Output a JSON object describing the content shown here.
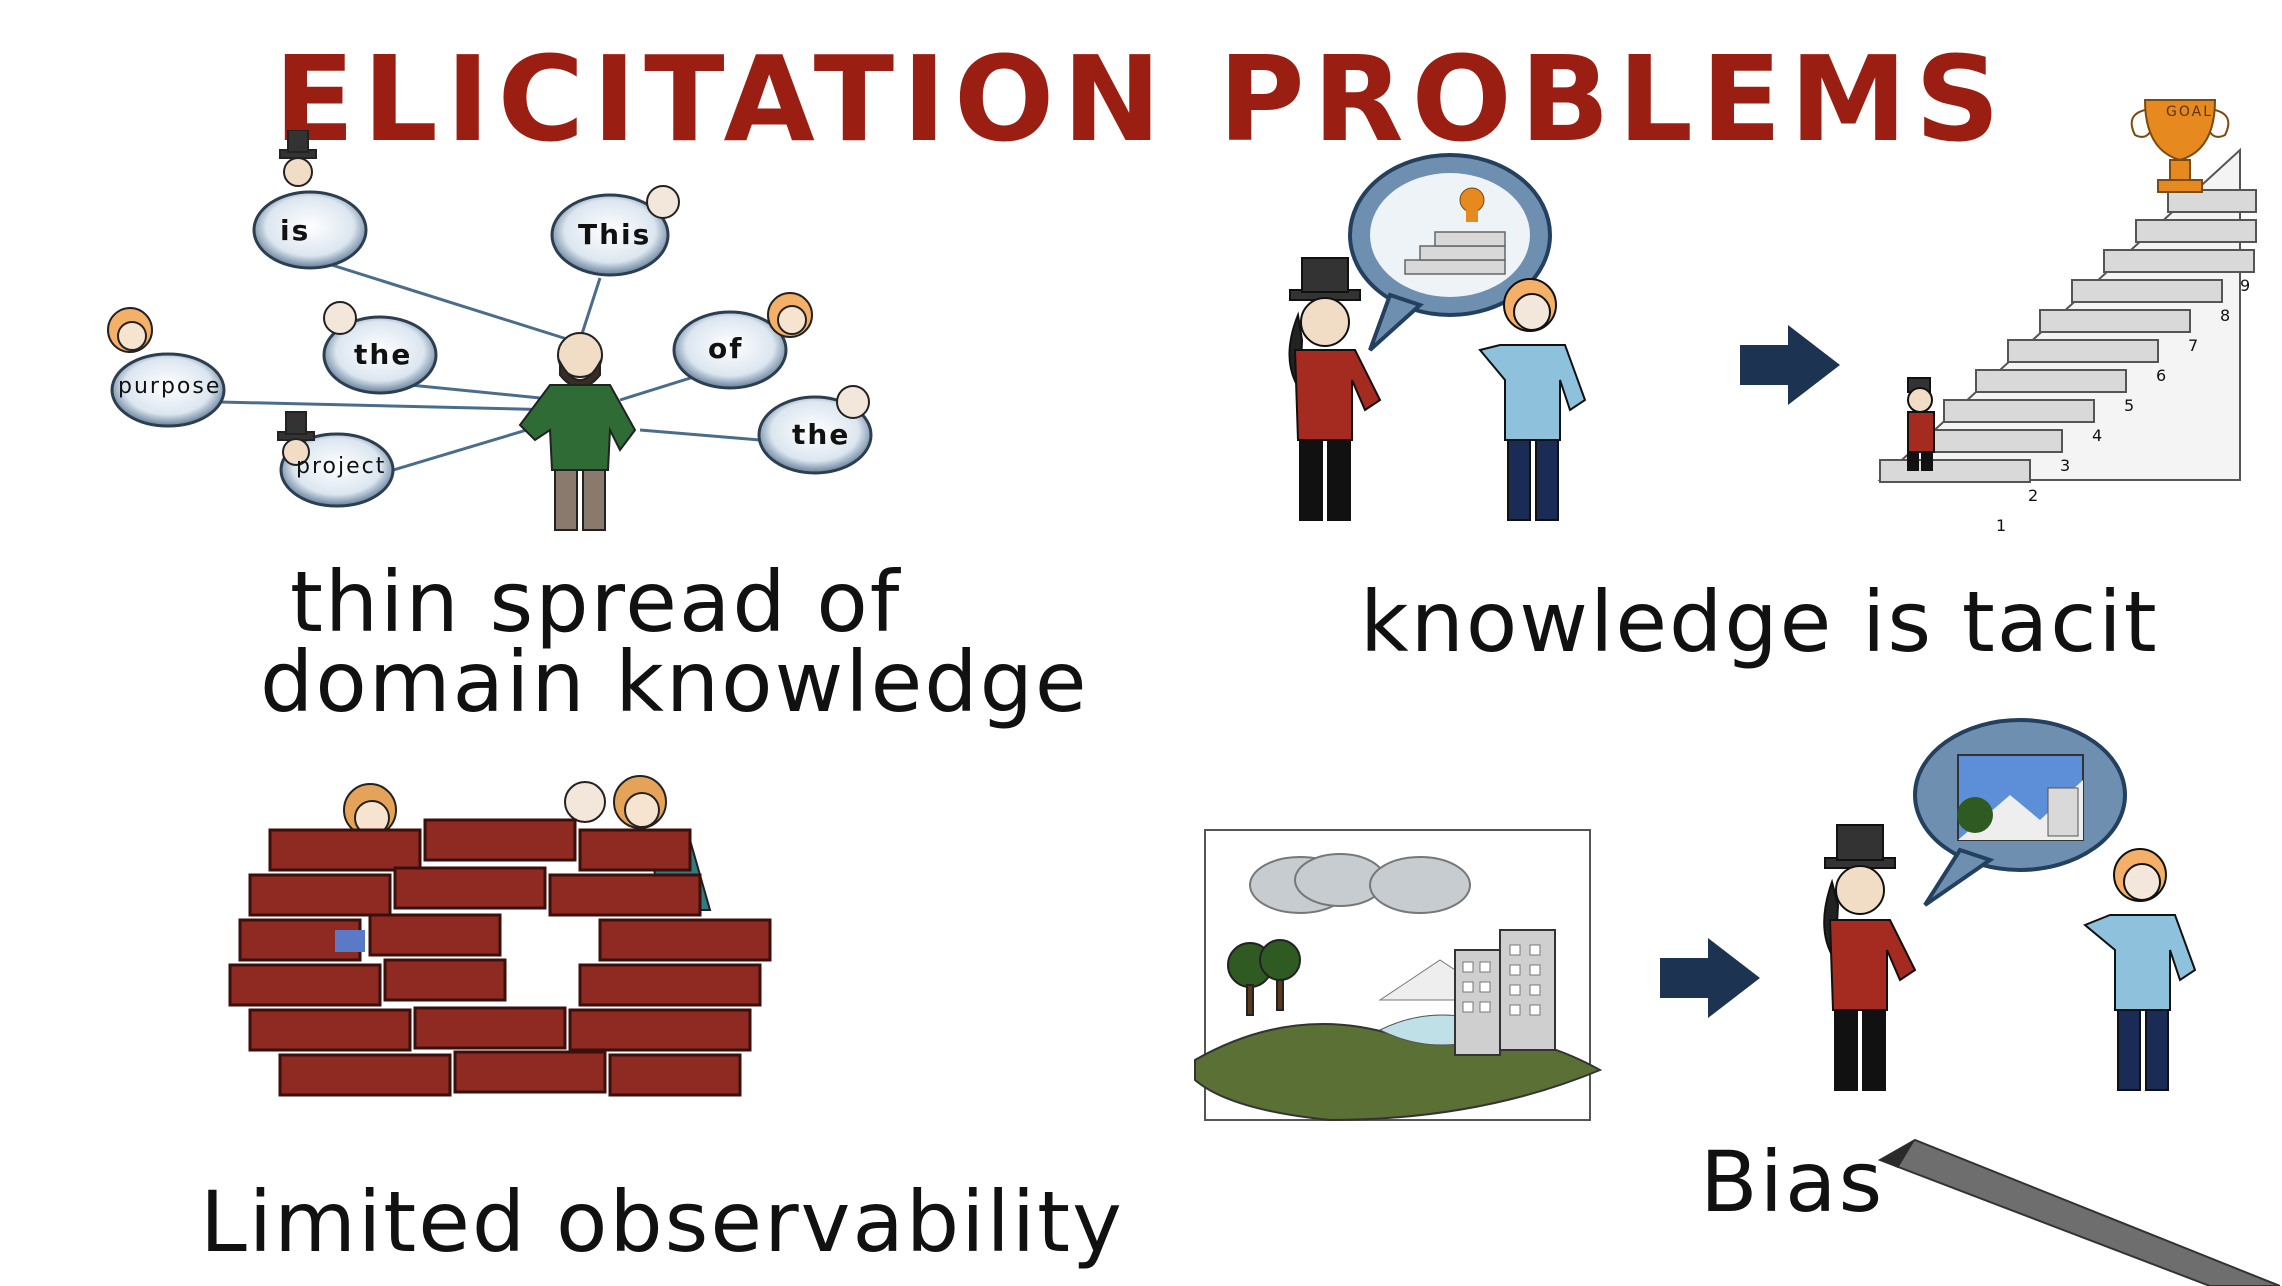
{
  "title": "ELICITATION PROBLEMS",
  "panels": {
    "thin_spread": {
      "caption_line1": "thin spread of",
      "caption_line2": "domain knowledge",
      "words": [
        "is",
        "This",
        "the",
        "of",
        "purpose",
        "the",
        "project"
      ]
    },
    "tacit": {
      "caption": "knowledge is tacit",
      "trophy_label": "GOAL",
      "steps": [
        "1",
        "2",
        "3",
        "4",
        "5",
        "6",
        "7",
        "8",
        "9"
      ]
    },
    "observability": {
      "caption": "Limited observability"
    },
    "bias": {
      "caption": "Bias"
    }
  },
  "colors": {
    "title": "#9a1e12",
    "brick": "#8e2a22",
    "arrow": "#1d3352",
    "bubble": "#4a6a8a"
  }
}
